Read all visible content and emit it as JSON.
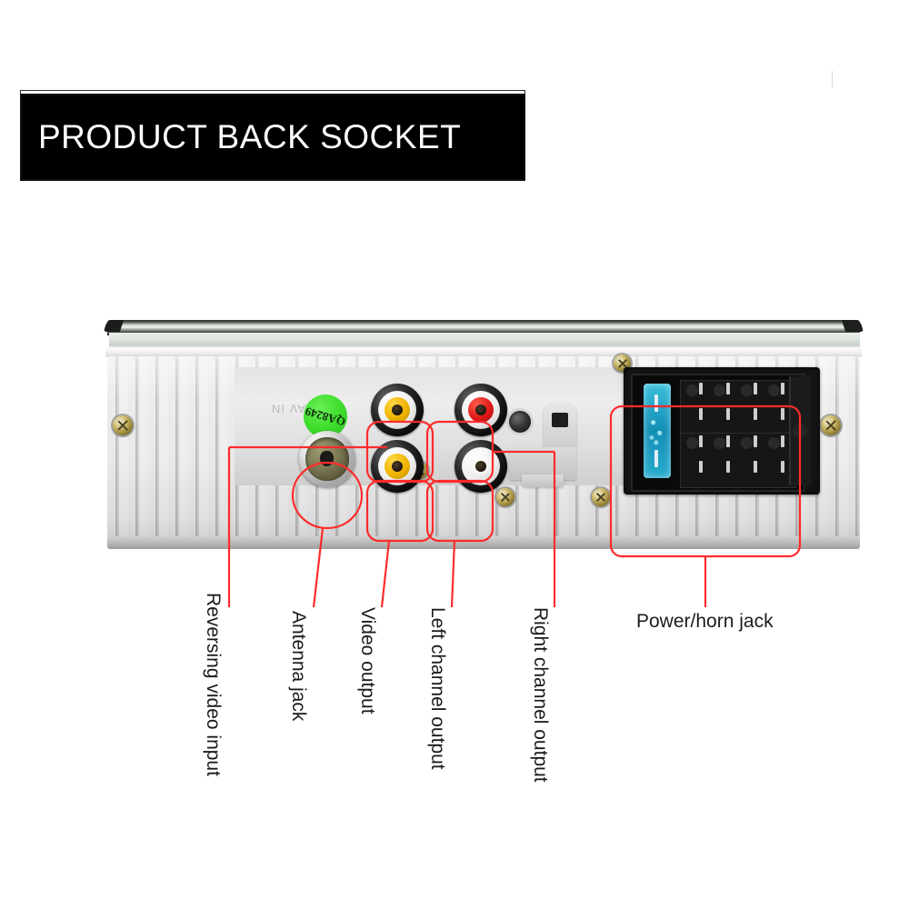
{
  "banner": {
    "title": "PRODUCT BACK SOCKET"
  },
  "device": {
    "type": "car-stereo-head-unit-rear-panel",
    "chassis_color": "#e0e0e0",
    "accent_color": "#ff2b2b",
    "sticker": {
      "label": "QA",
      "code": "8249",
      "color": "#3ddc2b"
    },
    "embossed_text": "AV IN",
    "connectors": [
      {
        "id": "reversing-video-input",
        "kind": "rca",
        "color": "#f0b400",
        "position": "top-left-plate"
      },
      {
        "id": "antenna-jack",
        "kind": "din-antenna",
        "color": "#7f7c57",
        "position": "bottom-left-plate"
      },
      {
        "id": "video-output",
        "kind": "rca",
        "color": "#f0b400",
        "position": "bottom-center"
      },
      {
        "id": "left-channel-output",
        "kind": "rca",
        "color": "#ffffff",
        "position": "bottom-right-center"
      },
      {
        "id": "right-channel-output",
        "kind": "rca",
        "color": "#e01919",
        "position": "top-right-center"
      },
      {
        "id": "power-horn-jack",
        "kind": "iso-power-block",
        "color": "#141414",
        "fuse_color": "#2ec6e6"
      }
    ]
  },
  "callouts": [
    {
      "id": "reversing-video-input",
      "label": "Reversing video input",
      "orientation": "vertical"
    },
    {
      "id": "antenna-jack",
      "label": "Antenna jack",
      "orientation": "vertical"
    },
    {
      "id": "video-output",
      "label": "Video output",
      "orientation": "vertical"
    },
    {
      "id": "left-channel-output",
      "label": "Left channel output",
      "orientation": "vertical"
    },
    {
      "id": "right-channel-output",
      "label": "Right channel output",
      "orientation": "vertical"
    },
    {
      "id": "power-horn-jack",
      "label": "Power/horn jack",
      "orientation": "horizontal"
    }
  ]
}
